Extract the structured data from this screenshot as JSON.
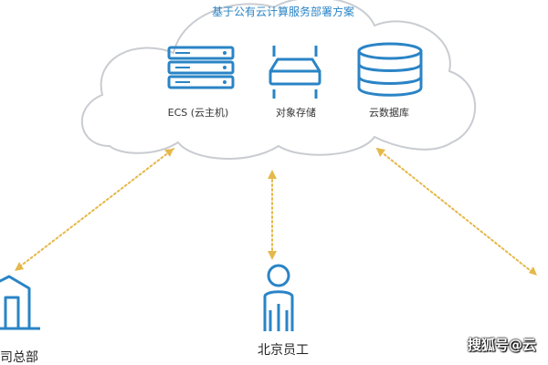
{
  "cloud": {
    "title": "基于公有云计算服务部署方案",
    "services": [
      {
        "label": "ECS (云主机)",
        "icon": "server-rack-icon"
      },
      {
        "label": "对象存储",
        "icon": "storage-tray-icon"
      },
      {
        "label": "云数据库",
        "icon": "database-cylinder-icon"
      }
    ]
  },
  "endpoints": {
    "headquarters": {
      "label": "司总部",
      "icon": "building-icon"
    },
    "staff": {
      "label": "北京员工",
      "icon": "person-icon"
    }
  },
  "watermark": "搜狐号@云",
  "colors": {
    "icon_blue": "#2a84c6",
    "arrow": "#e5b84a",
    "cloud_outline": "#c9ccd1"
  }
}
